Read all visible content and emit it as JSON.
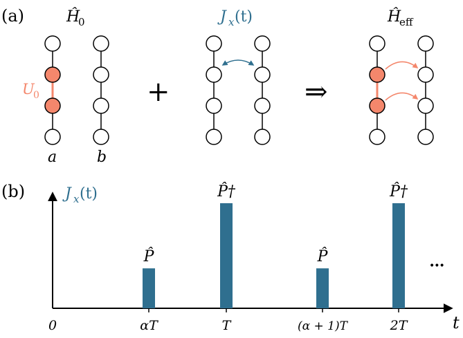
{
  "panel_a": {
    "label": "(a)",
    "h0_title": "Ĥ",
    "h0_sub": "0",
    "jx_title_main": "J",
    "jx_title_sub": "x",
    "jx_title_arg": "(t)",
    "heff_title": "Ĥ",
    "heff_sub": "eff",
    "u0_main": "U",
    "u0_sub": "0",
    "chain_a": "a",
    "chain_b": "b",
    "plus": "+",
    "implies": "⇒"
  },
  "panel_b": {
    "label": "(b)",
    "ylabel_main": "J",
    "ylabel_sub": "x",
    "ylabel_arg": "(t)",
    "xlabel": "t",
    "ellipsis": "•••"
  },
  "colors": {
    "blue": "#2f6f8f",
    "salmon": "#f4876c",
    "circle_edge": "#000000"
  },
  "pulses": [
    {
      "tick": "0",
      "label": "",
      "height": 0
    },
    {
      "tick": "αT",
      "label": "P̂",
      "height": 0.38
    },
    {
      "tick": "T",
      "label": "P̂†",
      "height": 1.0
    },
    {
      "tick": "(α + 1)T",
      "label": "P̂",
      "height": 0.38
    },
    {
      "tick": "2T",
      "label": "P̂†",
      "height": 1.0
    }
  ]
}
